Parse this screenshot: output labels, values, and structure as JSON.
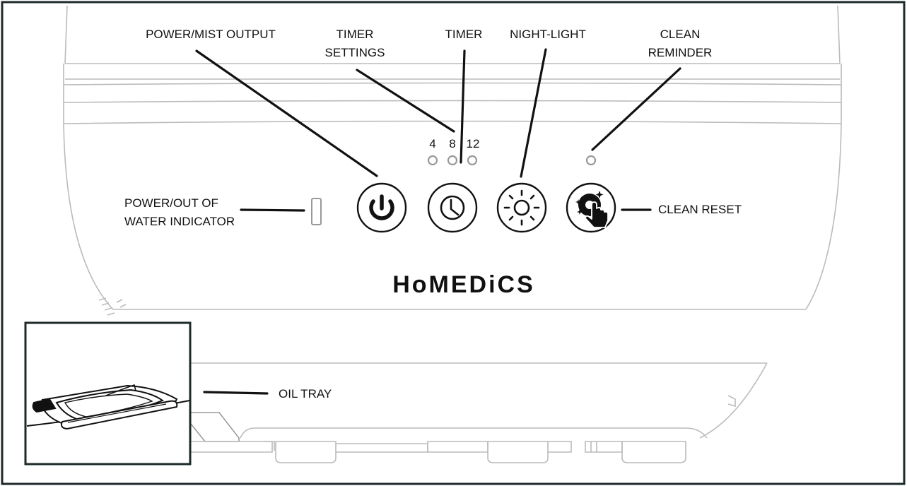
{
  "labels": {
    "power_mist_output": "POWER/MIST OUTPUT",
    "timer_settings_line1": "TIMER",
    "timer_settings_line2": "SETTINGS",
    "timer": "TIMER",
    "night_light": "NIGHT-LIGHT",
    "clean_reminder_line1": "CLEAN",
    "clean_reminder_line2": "REMINDER",
    "power_indicator_line1": "POWER/OUT OF",
    "power_indicator_line2": "WATER INDICATOR",
    "clean_reset": "CLEAN RESET",
    "oil_tray": "OIL TRAY"
  },
  "timer_values": [
    "4",
    "8",
    "12"
  ],
  "brand": "HoMEDiCS",
  "icons": {
    "power": "power-icon",
    "timer": "clock-icon",
    "night_light": "sun-icon",
    "clean_reset": "touch-hand-icon"
  },
  "colors": {
    "ink": "#111111",
    "outline": "#bbbbbb",
    "frame": "#1e2a2a"
  }
}
